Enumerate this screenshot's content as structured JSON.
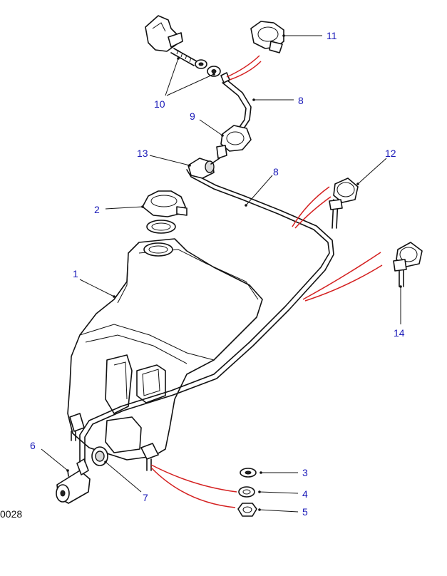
{
  "diagram": {
    "code": "0028",
    "callouts": {
      "c1": "1",
      "c2": "2",
      "c3": "3",
      "c4": "4",
      "c5": "5",
      "c6": "6",
      "c7": "7",
      "c8a": "8",
      "c8b": "8",
      "c9": "9",
      "c10": "10",
      "c11": "11",
      "c12": "12",
      "c13": "13",
      "c14": "14"
    },
    "colors": {
      "callout_text": "#1a1ab8",
      "group_leader": "#d42020",
      "linework": "#111111"
    }
  }
}
